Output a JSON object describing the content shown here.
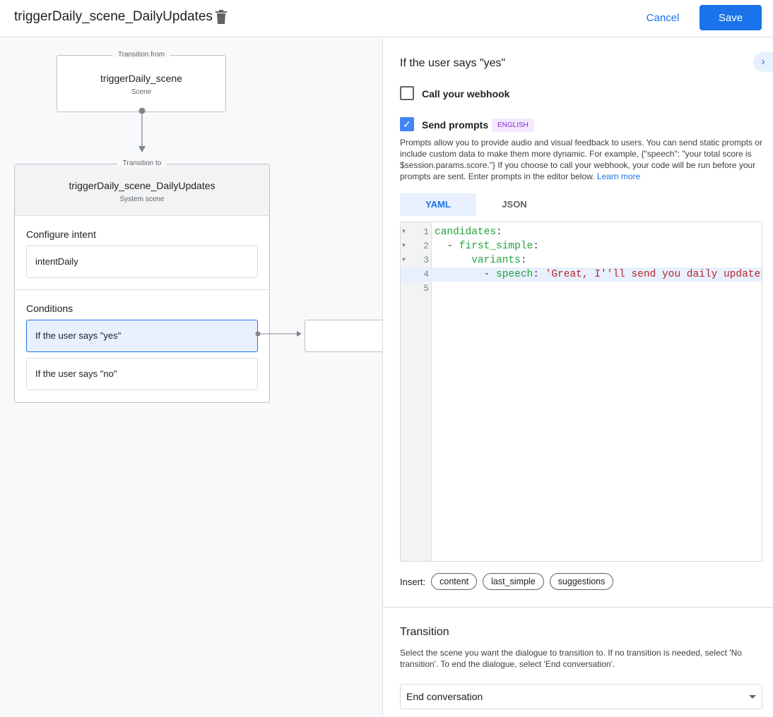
{
  "header": {
    "title": "triggerDaily_scene_DailyUpdates",
    "cancel_label": "Cancel",
    "save_label": "Save",
    "trash_icon": "trash-icon"
  },
  "canvas": {
    "from": {
      "legend": "Transition from",
      "name": "triggerDaily_scene",
      "type": "Scene"
    },
    "to": {
      "legend": "Transition to",
      "name": "triggerDaily_scene_DailyUpdates",
      "type": "System scene"
    },
    "configure_intent": {
      "label": "Configure intent",
      "intent": "intentDaily"
    },
    "conditions": {
      "label": "Conditions",
      "items": [
        "If the user says \"yes\"",
        "If the user says \"no\""
      ],
      "selected": 0
    }
  },
  "panel": {
    "title": "If the user says \"yes\"",
    "webhook": {
      "label": "Call your webhook",
      "checked": false
    },
    "prompts": {
      "label": "Send prompts",
      "checked": true,
      "badge": "ENGLISH",
      "description": "Prompts allow you to provide audio and visual feedback to users. You can send static prompts or include custom data to make them more dynamic. For example, {\"speech\": \"your total score is $session.params.score.\"} If you choose to call your webhook, your code will be run before your prompts are sent. Enter prompts in the editor below.",
      "learn_more": "Learn more"
    },
    "tabs": [
      "YAML",
      "JSON"
    ],
    "active_tab": "YAML",
    "editor": {
      "line_numbers": [
        "1",
        "2",
        "3",
        "4",
        "5"
      ],
      "lines": [
        [
          {
            "t": "candidates",
            "c": "k"
          },
          {
            "t": ":",
            "c": "p"
          }
        ],
        [
          {
            "t": "  - ",
            "c": "p"
          },
          {
            "t": "first_simple",
            "c": "k"
          },
          {
            "t": ":",
            "c": "p"
          }
        ],
        [
          {
            "t": "      ",
            "c": "p"
          },
          {
            "t": "variants",
            "c": "k"
          },
          {
            "t": ":",
            "c": "p"
          }
        ],
        [
          {
            "t": "        - ",
            "c": "p"
          },
          {
            "t": "speech",
            "c": "k"
          },
          {
            "t": ": ",
            "c": "p"
          },
          {
            "t": "'Great, I''ll send you daily updates.",
            "c": "s"
          }
        ],
        []
      ],
      "highlighted_line": 4
    },
    "insert": {
      "label": "Insert:",
      "chips": [
        "content",
        "last_simple",
        "suggestions"
      ]
    },
    "transition": {
      "title": "Transition",
      "description": "Select the scene you want the dialogue to transition to. If no transition is needed, select 'No transition'. To end the dialogue, select 'End conversation'.",
      "selected": "End conversation"
    }
  },
  "colors": {
    "accent": "#1a73e8",
    "checkbox": "#4285f4",
    "badge_text": "#8430ce",
    "yaml_key": "#22a33a",
    "yaml_string": "#b3262d"
  }
}
